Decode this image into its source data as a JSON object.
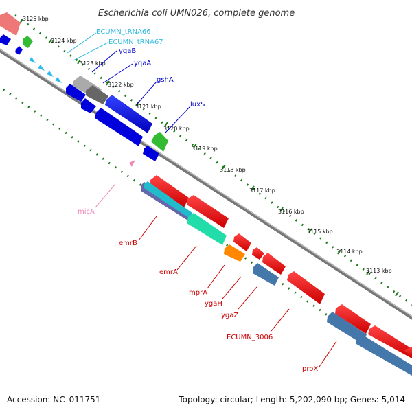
{
  "header": {
    "title": "Escherichia coli UMN026, complete genome"
  },
  "footer": {
    "accession": "Accession: NC_011751",
    "summary": "Topology: circular; Length: 5,202,090 bp; Genes: 5,014"
  },
  "ruler": {
    "ticks": [
      {
        "label": "3125 kbp"
      },
      {
        "label": "3124 kbp"
      },
      {
        "label": "3123 kbp"
      },
      {
        "label": "3122 kbp"
      },
      {
        "label": "3121 kbp"
      },
      {
        "label": "3120 kbp"
      },
      {
        "label": "3119 kbp"
      },
      {
        "label": "3118 kbp"
      },
      {
        "label": "3117 kbp"
      },
      {
        "label": "3116 kbp"
      },
      {
        "label": "3115 kbp"
      },
      {
        "label": "3114 kbp"
      },
      {
        "label": "3113 kbp"
      }
    ]
  },
  "genes": [
    {
      "label": "ECUMN_tRNA66",
      "color": "#33bbdd"
    },
    {
      "label": "ECUMN_tRNA67",
      "color": "#33bbdd"
    },
    {
      "label": "yqaB",
      "color": "#0000cc"
    },
    {
      "label": "yqaA",
      "color": "#0000cc"
    },
    {
      "label": "gshA",
      "color": "#0000cc"
    },
    {
      "label": "luxS",
      "color": "#0000cc"
    },
    {
      "label": "micA",
      "color": "#ee88bb"
    },
    {
      "label": "emrB",
      "color": "#cc0000"
    },
    {
      "label": "emrA",
      "color": "#cc0000"
    },
    {
      "label": "mprA",
      "color": "#cc0000"
    },
    {
      "label": "ygaH",
      "color": "#cc0000"
    },
    {
      "label": "ygaZ",
      "color": "#cc0000"
    },
    {
      "label": "ECUMN_3006",
      "color": "#cc0000"
    },
    {
      "label": "proX",
      "color": "#cc0000"
    }
  ],
  "colors": {
    "backbone": "#888888",
    "tick": "#1a7a1a",
    "cds_forward": "#ee0000",
    "cds_reverse": "#0000dd",
    "trna": "#33bbee",
    "grey_feature": "#aaaaaa",
    "green_feature": "#33bb33",
    "teal_feature": "#22ddaa",
    "orange_feature": "#ff8800",
    "steel_feature": "#4477aa",
    "pink_feature": "#ee88bb",
    "salmon_feature": "#ee7777"
  }
}
